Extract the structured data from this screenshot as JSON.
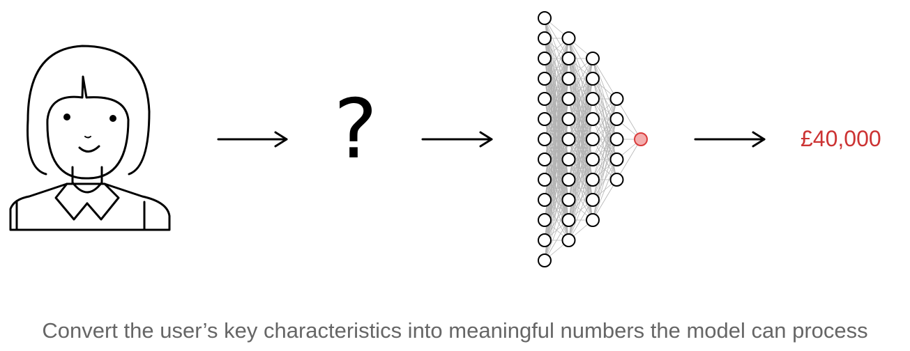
{
  "diagram": {
    "input_icon": "user-avatar-icon",
    "unknown_symbol": "?",
    "output_value": "£40,000",
    "caption": "Convert the user’s key characteristics into meaningful numbers the model can process",
    "network": {
      "layer_sizes": [
        13,
        11,
        9,
        5,
        1
      ]
    },
    "colors": {
      "stroke": "#000000",
      "edge": "#b3b3b3",
      "output_node_fill": "#f4aeae",
      "output_node_stroke": "#d93b3b",
      "output_value": "#cc3333",
      "caption": "#666666"
    }
  }
}
